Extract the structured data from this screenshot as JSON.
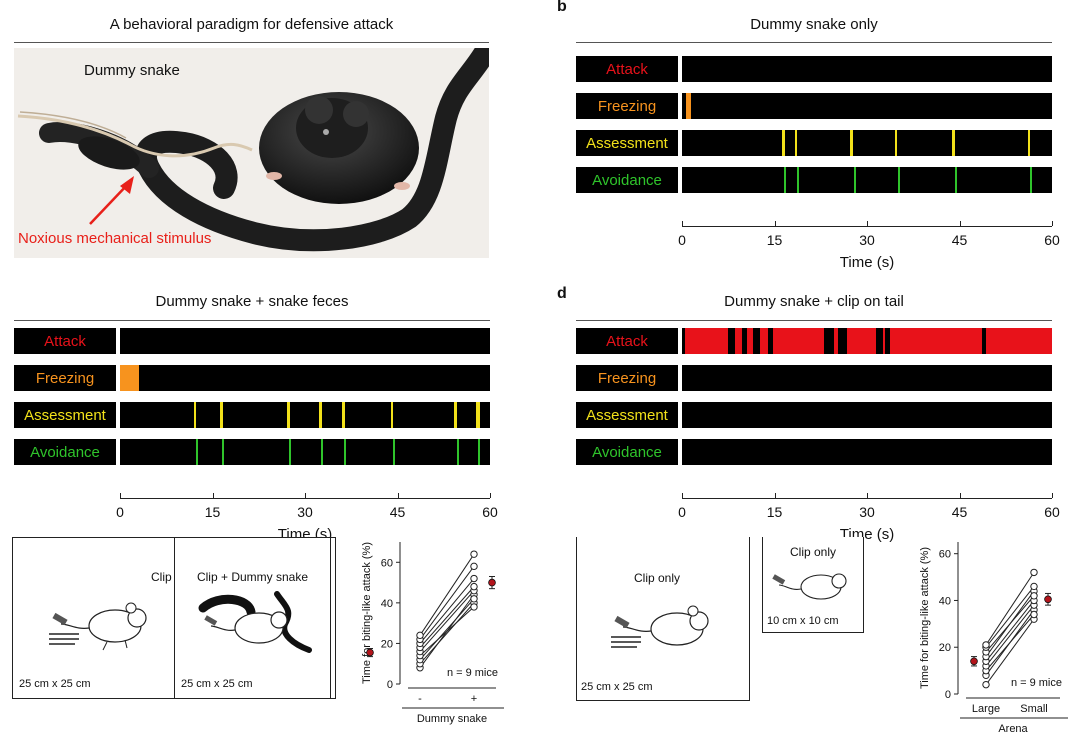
{
  "panels": {
    "a": {
      "title": "A behavioral paradigm for defensive attack",
      "snake_label": "Dummy snake",
      "stimulus_label": "Noxious mechanical stimulus"
    },
    "b": {
      "letter": "b",
      "title": "Dummy snake only"
    },
    "c": {
      "title": "Dummy snake + snake feces"
    },
    "d": {
      "letter": "d",
      "title": "Dummy snake + clip on tail"
    }
  },
  "rows": [
    "Attack",
    "Freezing",
    "Assessment",
    "Avoidance"
  ],
  "row_colors": {
    "Attack": "#e8121a",
    "Freezing": "#f7931e",
    "Assessment": "#f2e11a",
    "Avoidance": "#2fc42b"
  },
  "axis": {
    "ticks": [
      "0",
      "15",
      "30",
      "45",
      "60"
    ],
    "title": "Time (s)"
  },
  "schematics_left": {
    "box1_caption": "Clip only",
    "box1_size": "25 cm x 25 cm",
    "box2_caption": "Clip + Dummy snake",
    "box2_size": "25 cm x 25 cm"
  },
  "schematics_right": {
    "box1_caption": "Clip only",
    "box1_size": "25 cm x 25 cm",
    "box2_caption": "Clip only",
    "box2_size": "10 cm x 10 cm"
  },
  "chart_data": [
    {
      "type": "rasters",
      "panel": "b",
      "x_range": [
        0,
        60
      ],
      "events": {
        "Attack": [],
        "Freezing": [
          [
            0.6,
            1.4
          ]
        ],
        "Assessment": [
          [
            16.2,
            16.7
          ],
          [
            18.3,
            18.6
          ],
          [
            27.3,
            27.8
          ],
          [
            34.6,
            34.9
          ],
          [
            43.8,
            44.3
          ],
          [
            56.1,
            56.4
          ]
        ],
        "Avoidance": [
          [
            16.6,
            16.9
          ],
          [
            18.7,
            19.0
          ],
          [
            27.9,
            28.2
          ],
          [
            35.0,
            35.3
          ],
          [
            44.3,
            44.6
          ],
          [
            56.5,
            56.8
          ]
        ]
      }
    },
    {
      "type": "rasters",
      "panel": "c",
      "x_range": [
        0,
        60
      ],
      "events": {
        "Attack": [],
        "Freezing": [
          [
            0.0,
            3.0
          ]
        ],
        "Assessment": [
          [
            12.0,
            12.3
          ],
          [
            16.2,
            16.7
          ],
          [
            27.0,
            27.5
          ],
          [
            32.2,
            32.7
          ],
          [
            36.0,
            36.5
          ],
          [
            44.0,
            44.3
          ],
          [
            54.2,
            54.7
          ],
          [
            57.8,
            58.3
          ]
        ],
        "Avoidance": [
          [
            12.3,
            12.6
          ],
          [
            16.6,
            16.9
          ],
          [
            27.4,
            27.7
          ],
          [
            32.6,
            32.9
          ],
          [
            36.3,
            36.6
          ],
          [
            44.3,
            44.6
          ],
          [
            54.6,
            54.9
          ],
          [
            58.0,
            58.3
          ]
        ]
      }
    },
    {
      "type": "rasters",
      "panel": "d",
      "x_range": [
        0,
        60
      ],
      "events": {
        "Attack": [
          [
            0.5,
            3.5
          ],
          [
            3.5,
            7.4
          ],
          [
            8.6,
            9.8
          ],
          [
            10.5,
            11.5
          ],
          [
            12.6,
            13.9
          ],
          [
            14.8,
            23.0
          ],
          [
            24.6,
            25.3
          ],
          [
            26.8,
            31.5
          ],
          [
            32.6,
            32.8
          ],
          [
            33.7,
            48.6
          ],
          [
            49.3,
            60.0
          ]
        ],
        "Freezing": [],
        "Assessment": [],
        "Avoidance": []
      }
    },
    {
      "type": "scatter",
      "panel": "c-inset",
      "ylabel": "Time for biting-like attack (%)",
      "xlabel": "Dummy snake",
      "categories": [
        "-",
        "+"
      ],
      "ylim": [
        0,
        70
      ],
      "yticks": [
        0,
        20,
        40,
        60
      ],
      "annotation": "n = 9 mice",
      "paired": [
        [
          8,
          44
        ],
        [
          10,
          40
        ],
        [
          12,
          42
        ],
        [
          14,
          38
        ],
        [
          16,
          46
        ],
        [
          18,
          48
        ],
        [
          20,
          52
        ],
        [
          22,
          58
        ],
        [
          24,
          64
        ]
      ],
      "mean": [
        15.5,
        50
      ],
      "sem": [
        2.0,
        3.0
      ]
    },
    {
      "type": "scatter",
      "panel": "d-inset",
      "ylabel": "Time for biting-like attack (%)",
      "xlabel": "Arena",
      "categories": [
        "Large",
        "Small"
      ],
      "ylim": [
        0,
        65
      ],
      "yticks": [
        0,
        20,
        40,
        60
      ],
      "annotation": "n = 9 mice",
      "paired": [
        [
          4,
          32
        ],
        [
          8,
          36
        ],
        [
          10,
          34
        ],
        [
          12,
          38
        ],
        [
          14,
          40
        ],
        [
          16,
          44
        ],
        [
          18,
          42
        ],
        [
          20,
          46
        ],
        [
          21,
          52
        ]
      ],
      "mean": [
        14,
        40.5
      ],
      "sem": [
        2.0,
        2.5
      ]
    }
  ]
}
